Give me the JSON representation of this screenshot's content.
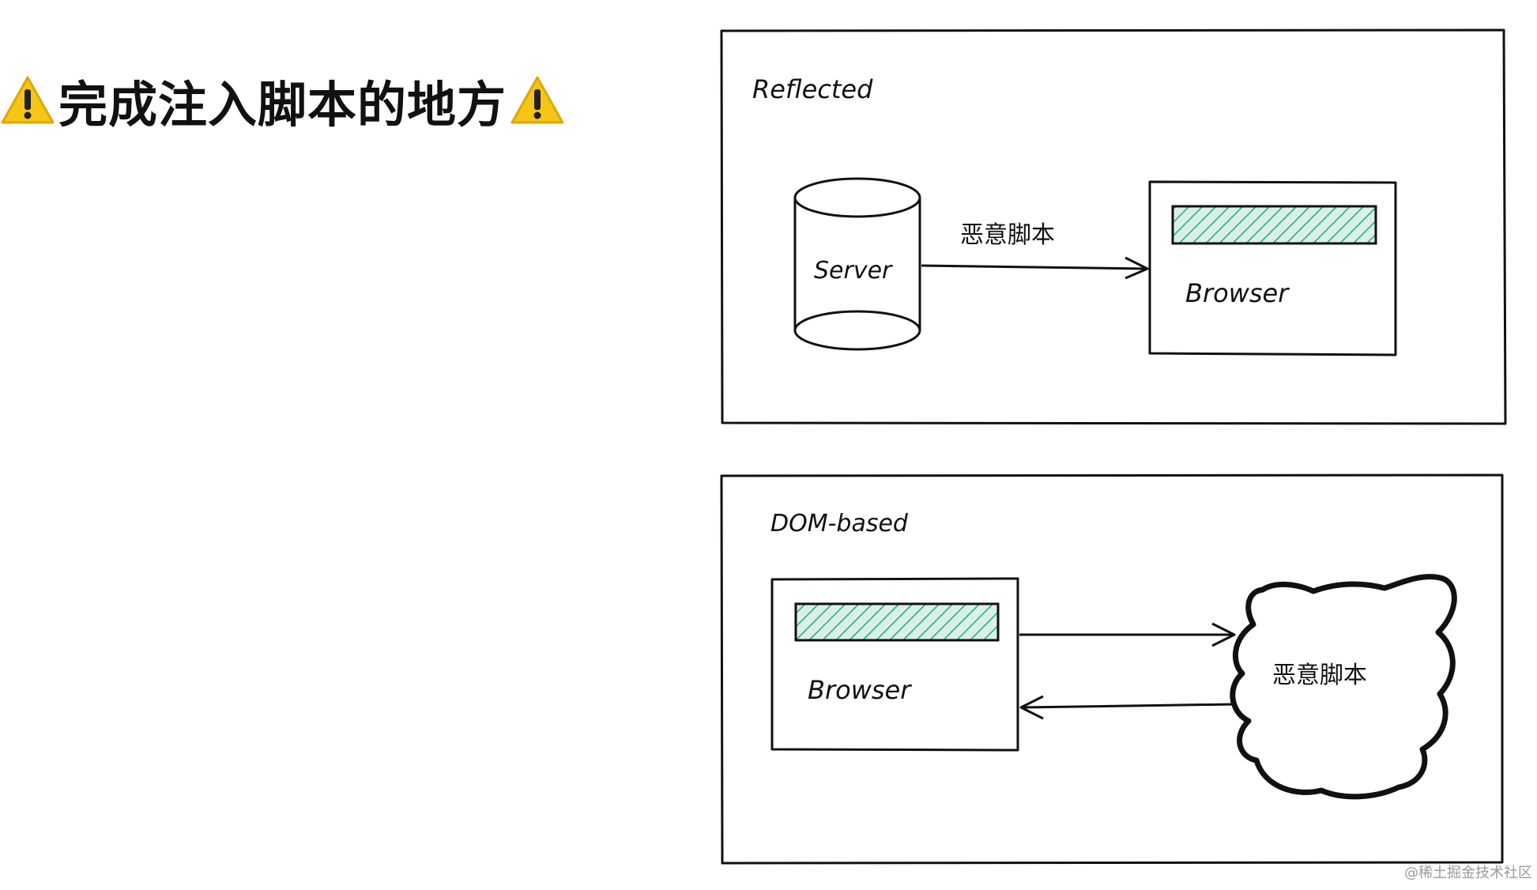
{
  "heading": {
    "icon_left": "warning-icon",
    "text": "完成注入脚本的地方",
    "icon_right": "warning-icon"
  },
  "reflected": {
    "title": "Reflected",
    "server_label": "Server",
    "arrow_label": "恶意脚本",
    "browser_label": "Browser"
  },
  "dom_based": {
    "title": "DOM-based",
    "browser_label": "Browser",
    "cloud_label": "恶意脚本"
  },
  "watermark": "@稀土掘金技术社区",
  "colors": {
    "stroke": "#111111",
    "hatch": "#27a77b",
    "hatch_bg": "#d8f1e7",
    "warning": "#f5c518"
  }
}
